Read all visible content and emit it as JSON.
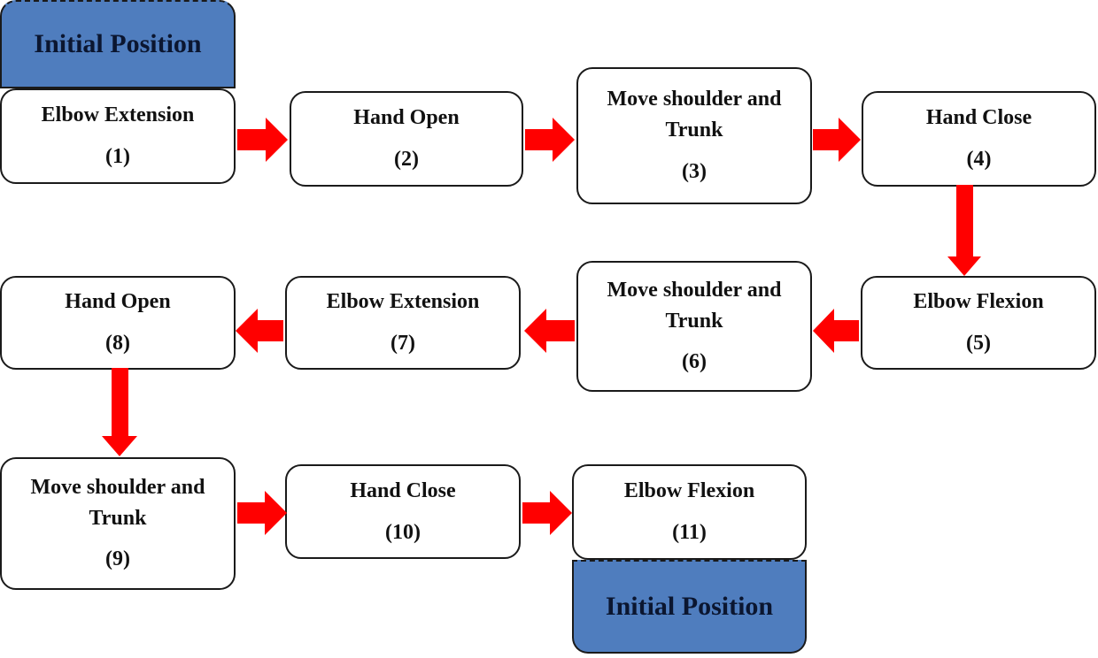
{
  "initial_top": "Initial Position",
  "initial_bottom": "Initial Position",
  "colors": {
    "arrow": "#ff0000",
    "initial_fill": "#4f7dbe"
  },
  "steps": [
    {
      "label": "Elbow Extension",
      "num": "(1)"
    },
    {
      "label": "Hand Open",
      "num": "(2)"
    },
    {
      "label": "Move shoulder and Trunk",
      "num": "(3)"
    },
    {
      "label": "Hand Close",
      "num": "(4)"
    },
    {
      "label": "Elbow Flexion",
      "num": "(5)"
    },
    {
      "label": "Move shoulder and Trunk",
      "num": "(6)"
    },
    {
      "label": "Elbow Extension",
      "num": "(7)"
    },
    {
      "label": "Hand Open",
      "num": "(8)"
    },
    {
      "label": "Move shoulder and Trunk",
      "num": "(9)"
    },
    {
      "label": "Hand Close",
      "num": "(10)"
    },
    {
      "label": "Elbow Flexion",
      "num": "(11)"
    }
  ]
}
